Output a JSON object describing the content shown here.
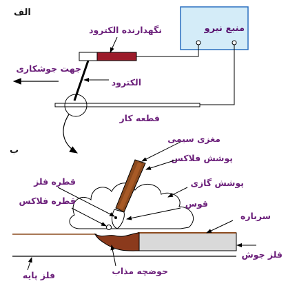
{
  "section_a": {
    "marker": "الف",
    "power_source": "منبع نیرو",
    "electrode_holder": "نگهدارنده الکترود",
    "electrode": "الکترود",
    "welding_direction": "جهت جوشکاری",
    "workpiece": "قطعه کار"
  },
  "section_b": {
    "marker": "ب",
    "core_wire": "مغزی سیمی",
    "flux_coating": "پوشش فلاکس",
    "gas_shield": "پوشش گازی",
    "metal_droplet": "قطره فلز",
    "flux_droplet": "قطره فلاکس",
    "arc": "قوس",
    "slag": "سرباره",
    "weld_metal": "فلز جوش",
    "molten_pool": "حوضچه مذاب",
    "base_metal": "فلز پایه"
  },
  "colors": {
    "power_box_fill": "#d4ecf8",
    "power_box_stroke": "#2a6fbf",
    "holder_red": "#9c1b2a",
    "electrode_brown": "#8b4a1e",
    "molten": "#8b3a1c",
    "weld_gray": "#d9d9d9",
    "label_purple": "#6b1f7a"
  }
}
